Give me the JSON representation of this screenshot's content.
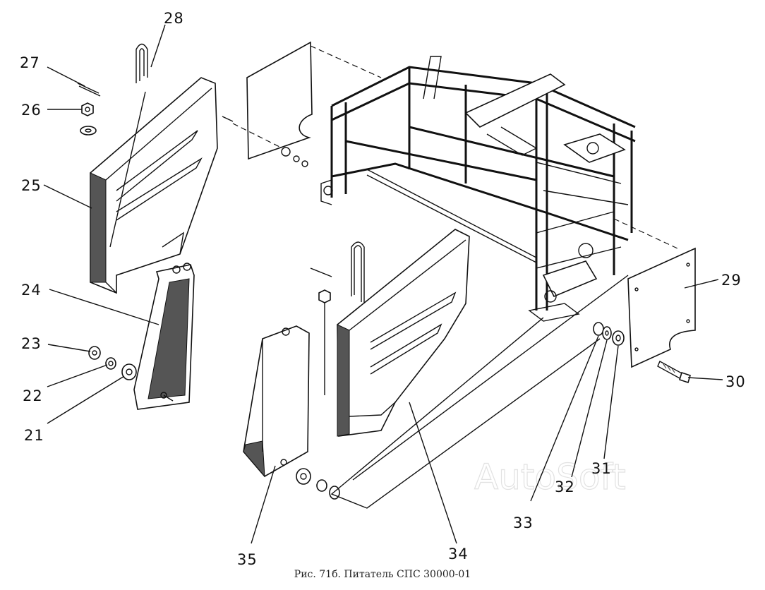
{
  "figure": {
    "caption": "Рис. 71б. Питатель СПС 30000-01",
    "watermark": "AutoSoft"
  },
  "callouts": [
    {
      "id": "28",
      "text": "28"
    },
    {
      "id": "27",
      "text": "27"
    },
    {
      "id": "26",
      "text": "26"
    },
    {
      "id": "25",
      "text": "25"
    },
    {
      "id": "24",
      "text": "24"
    },
    {
      "id": "23",
      "text": "23"
    },
    {
      "id": "22",
      "text": "22"
    },
    {
      "id": "21",
      "text": "21"
    },
    {
      "id": "29",
      "text": "29"
    },
    {
      "id": "30",
      "text": "30"
    },
    {
      "id": "31",
      "text": "31"
    },
    {
      "id": "32",
      "text": "32"
    },
    {
      "id": "33",
      "text": "33"
    },
    {
      "id": "34",
      "text": "34"
    },
    {
      "id": "35",
      "text": "35"
    }
  ]
}
